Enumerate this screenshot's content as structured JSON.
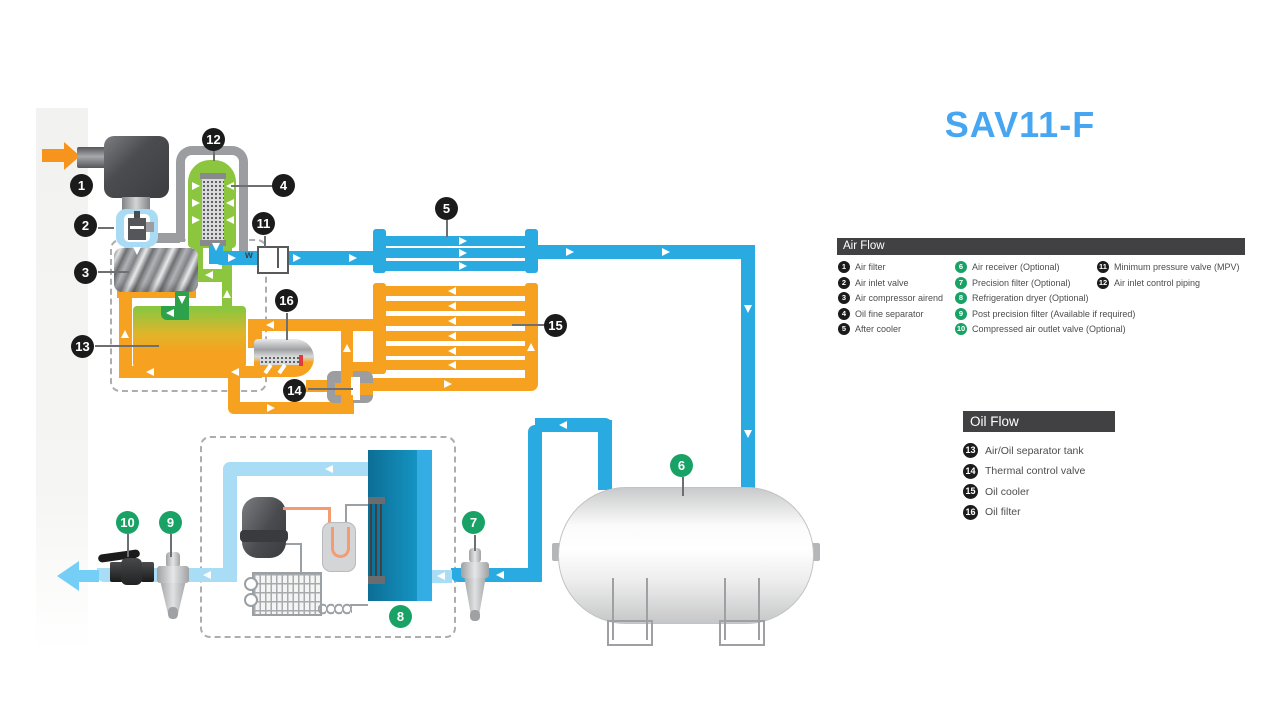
{
  "title": "SAV11-F",
  "mpv_spring_label": "w",
  "colors": {
    "air_pipe": "#29ABE2",
    "air_pipe_light": "#A9DDF5",
    "oil_pipe": "#F6A11F",
    "scavenge_pipe": "#8CC63F",
    "discharge_pipe": "#2EA14B",
    "inlet_arrow": "#F7941E",
    "badge_black": "#1B1B1B",
    "badge_green": "#18A266",
    "legend_header_bg": "#414042",
    "title_blue": "#47A6F1"
  },
  "badges": {
    "b1": "1",
    "b2": "2",
    "b3": "3",
    "b4": "4",
    "b5": "5",
    "b6": "6",
    "b7": "7",
    "b8": "8",
    "b9": "9",
    "b10": "10",
    "b11": "11",
    "b12": "12",
    "b13": "13",
    "b14": "14",
    "b15": "15",
    "b16": "16"
  },
  "legend_air": {
    "title": "Air Flow",
    "col1": [
      {
        "num": "1",
        "label": "Air filter"
      },
      {
        "num": "2",
        "label": "Air inlet valve"
      },
      {
        "num": "3",
        "label": "Air compressor airend"
      },
      {
        "num": "4",
        "label": "Oil fine separator"
      },
      {
        "num": "5",
        "label": "After cooler"
      }
    ],
    "col2": [
      {
        "num": "6",
        "label": "Air receiver (Optional)"
      },
      {
        "num": "7",
        "label": "Precision filter (Optional)"
      },
      {
        "num": "8",
        "label": "Refrigeration dryer (Optional)"
      },
      {
        "num": "9",
        "label": "Post precision filter (Available if required)"
      },
      {
        "num": "10",
        "label": "Compressed air outlet valve (Optional)"
      }
    ],
    "col3": [
      {
        "num": "11",
        "label": "Minimum pressure valve (MPV)"
      },
      {
        "num": "12",
        "label": "Air inlet control piping"
      }
    ]
  },
  "legend_oil": {
    "title": "Oil Flow",
    "items": [
      {
        "num": "13",
        "label": "Air/Oil separator tank"
      },
      {
        "num": "14",
        "label": "Thermal control valve"
      },
      {
        "num": "15",
        "label": "Oil cooler"
      },
      {
        "num": "16",
        "label": "Oil filter"
      }
    ]
  }
}
